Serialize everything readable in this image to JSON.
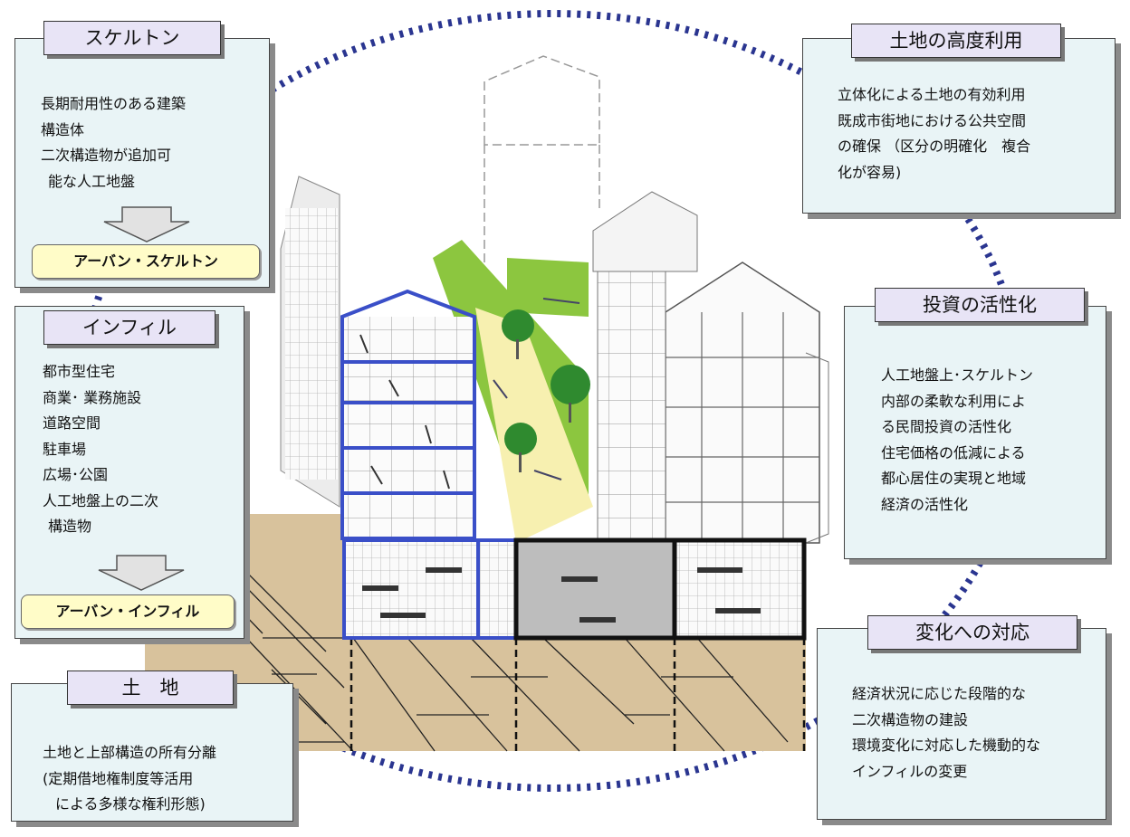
{
  "skeleton": {
    "title": "スケルトン",
    "lines": [
      "長期耐用性のある建築",
      "構造体",
      "二次構造物が追加可",
      "能な人工地盤"
    ],
    "result": "アーバン・スケルトン"
  },
  "infill": {
    "title": "インフィル",
    "lines": [
      "都市型住宅",
      "商業･ 業務施設",
      "道路空間",
      "駐車場",
      "広場･公園",
      "人工地盤上の二次",
      "構造物"
    ],
    "result": "アーバン・インフィル"
  },
  "land": {
    "title": "土　地",
    "lines": [
      "土地と上部構造の所有分離",
      "(定期借地権制度等活用",
      "による多様な権利形態)"
    ]
  },
  "advanced_use": {
    "title": "土地の高度利用",
    "lines": [
      "立体化による土地の有効利用",
      "既成市街地における公共空間",
      "の確保 （区分の明確化　複合",
      "化が容易)"
    ]
  },
  "investment": {
    "title": "投資の活性化",
    "lines": [
      "人工地盤上･スケルトン",
      "内部の柔軟な利用によ",
      "る民間投資の活性化",
      "住宅価格の低減による",
      "都心居住の実現と地域",
      "経済の活性化"
    ]
  },
  "change": {
    "title": "変化への対応",
    "lines": [
      "経済状況に応じた段階的な",
      "二次構造物の建設",
      "環境変化に対応した機動的な",
      "インフィルの変更"
    ]
  },
  "colors": {
    "panel_bg": "#e9f4f6",
    "tag_bg": "#e8e4f6",
    "result_bg": "#fffcc8",
    "dots": "#2a3590",
    "ground": "#d8c29c",
    "skeleton_blue": "#3a4fc8",
    "greenery": "#8cc63f"
  }
}
